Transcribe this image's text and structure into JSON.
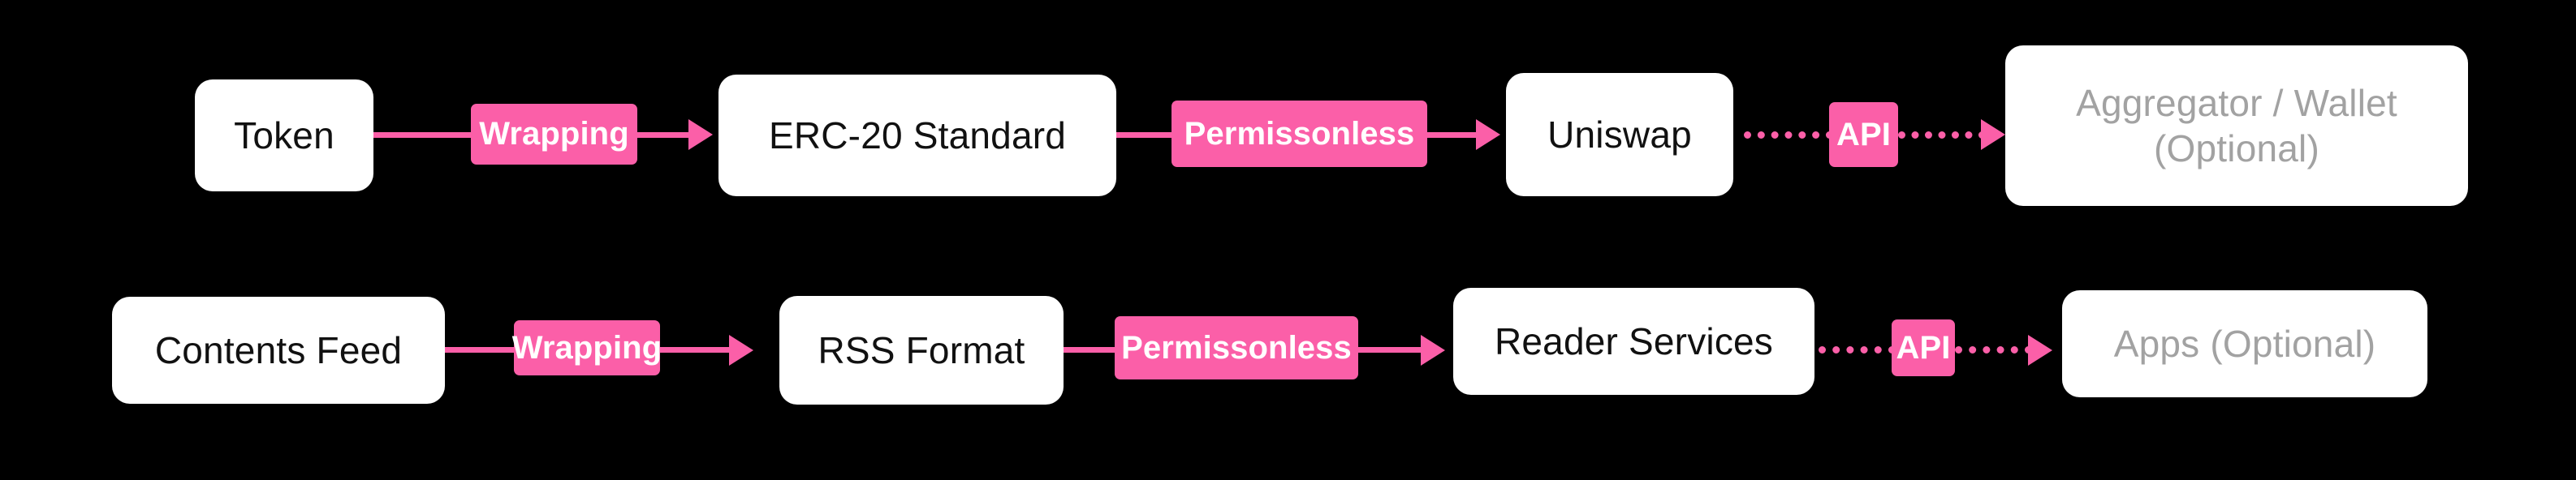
{
  "diagram": {
    "title": "Token / Contents Feed permissionless stack analogy",
    "background_color": "#000000",
    "accent_color": "#fb5fa8",
    "node_fill": "#ffffff",
    "node_text_color": "#111111",
    "optional_text_color": "#a2a2a2",
    "rows": [
      {
        "id": "row-crypto",
        "nodes": [
          {
            "id": "token",
            "label": "Token",
            "optional": false
          },
          {
            "id": "erc20",
            "label": "ERC-20 Standard",
            "optional": false
          },
          {
            "id": "uniswap",
            "label": "Uniswap",
            "optional": false
          },
          {
            "id": "aggregator",
            "label": "Aggregator / Wallet\n(Optional)",
            "optional": true
          }
        ],
        "edges": [
          {
            "id": "token-to-erc20",
            "label": "Wrapping",
            "style": "solid"
          },
          {
            "id": "erc20-to-uniswap",
            "label": "Permissonless",
            "style": "solid"
          },
          {
            "id": "uniswap-to-aggregator",
            "label": "API",
            "style": "dotted"
          }
        ]
      },
      {
        "id": "row-web",
        "nodes": [
          {
            "id": "contents-feed",
            "label": "Contents Feed",
            "optional": false
          },
          {
            "id": "rss",
            "label": "RSS Format",
            "optional": false
          },
          {
            "id": "reader-services",
            "label": "Reader Services",
            "optional": false
          },
          {
            "id": "apps",
            "label": "Apps (Optional)",
            "optional": true
          }
        ],
        "edges": [
          {
            "id": "feed-to-rss",
            "label": "Wrapping",
            "style": "solid"
          },
          {
            "id": "rss-to-reader",
            "label": "Permissonless",
            "style": "solid"
          },
          {
            "id": "reader-to-apps",
            "label": "API",
            "style": "dotted"
          }
        ]
      }
    ]
  }
}
